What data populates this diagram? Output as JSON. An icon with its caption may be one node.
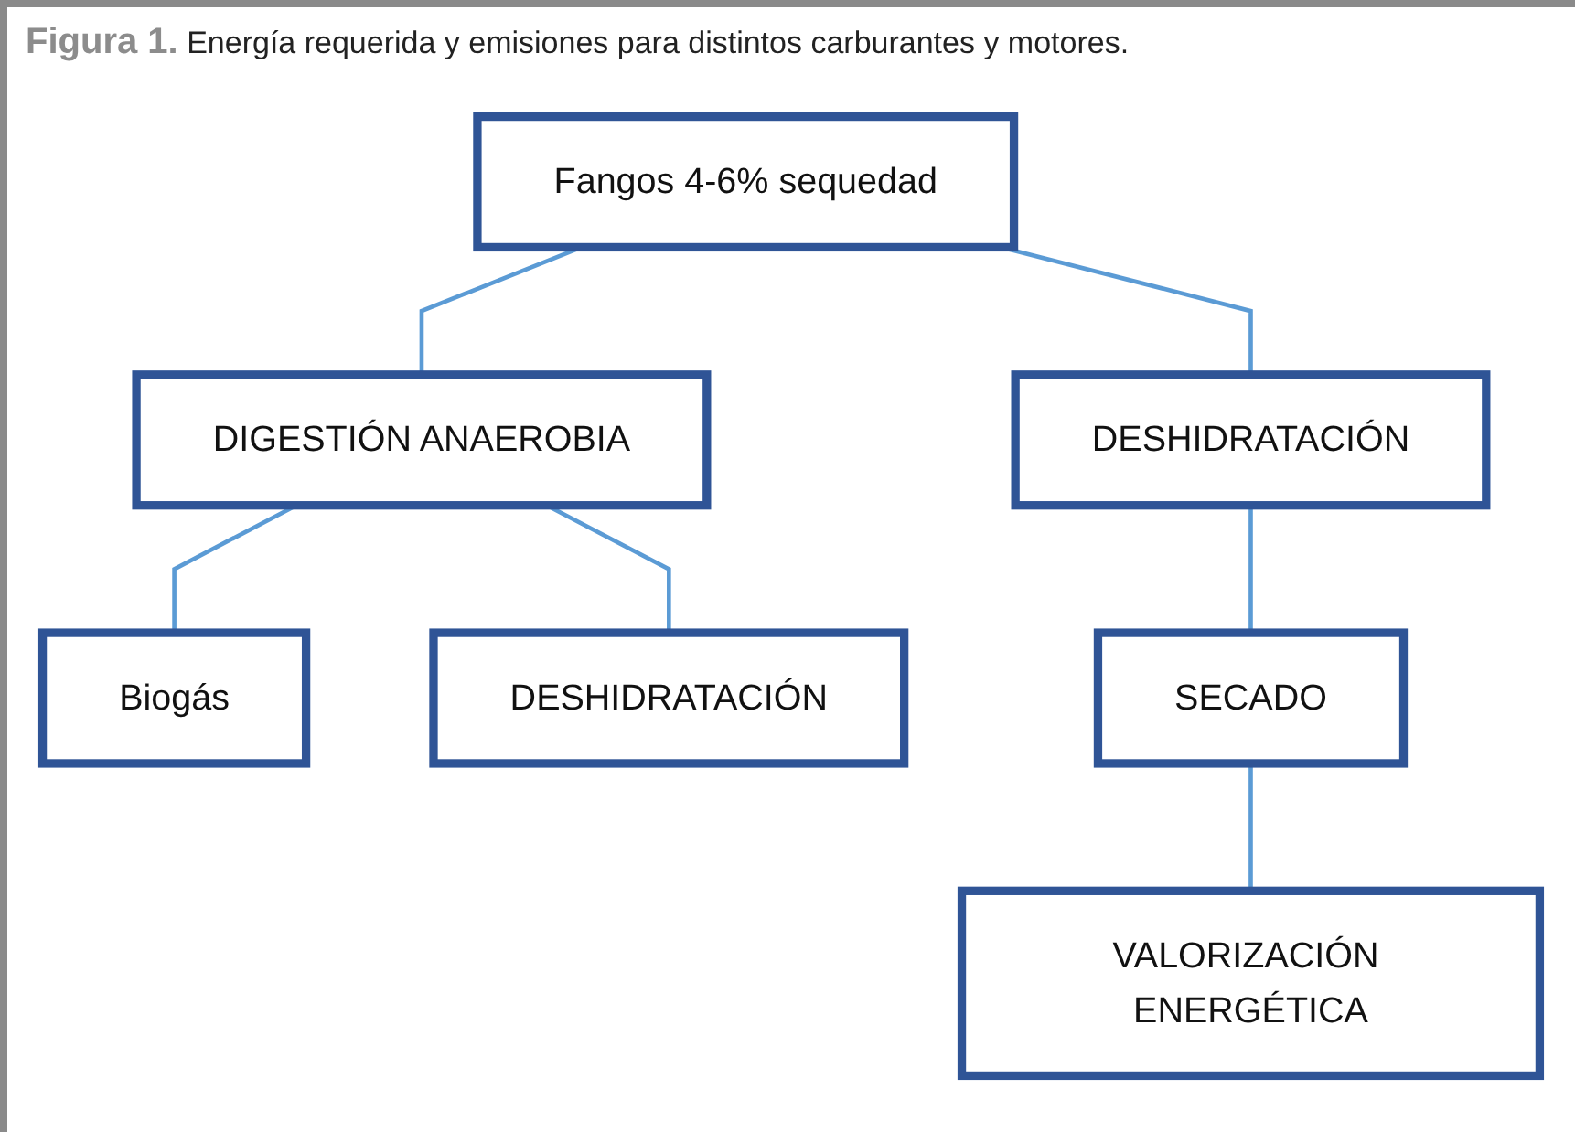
{
  "diagram": {
    "caption": "**Figura 1.** Energía requerida y emisiones para distintos carburantes y motores.",
    "nodes": [
      {
        "text": [
          "Fangos 4-6% sequedad"
        ]
      },
      {
        "text": [
          "DIGESTIÓN ANAEROBIA"
        ]
      },
      {
        "text": [
          "DESHIDRATACIÓN"
        ]
      },
      {
        "text": [
          "Biogás"
        ]
      },
      {
        "text": [
          "DESHIDRATACIÓN"
        ]
      },
      {
        "text": [
          "SECADO"
        ]
      },
      {
        "text": [
          "VALORIZACIÓN ENERGÉTICA"
        ]
      }
    ],
    "edges": [
      {
        "from": 0,
        "to": 1,
        "arrow": "none"
      },
      {
        "from": 0,
        "to": 2,
        "arrow": "none"
      },
      {
        "from": 1,
        "to": 3,
        "arrow": "none"
      },
      {
        "from": 1,
        "to": 4,
        "arrow": "none"
      },
      {
        "from": 2,
        "to": 5,
        "arrow": "none"
      },
      {
        "from": 5,
        "to": 6,
        "arrow": "none"
      }
    ]
  }
}
